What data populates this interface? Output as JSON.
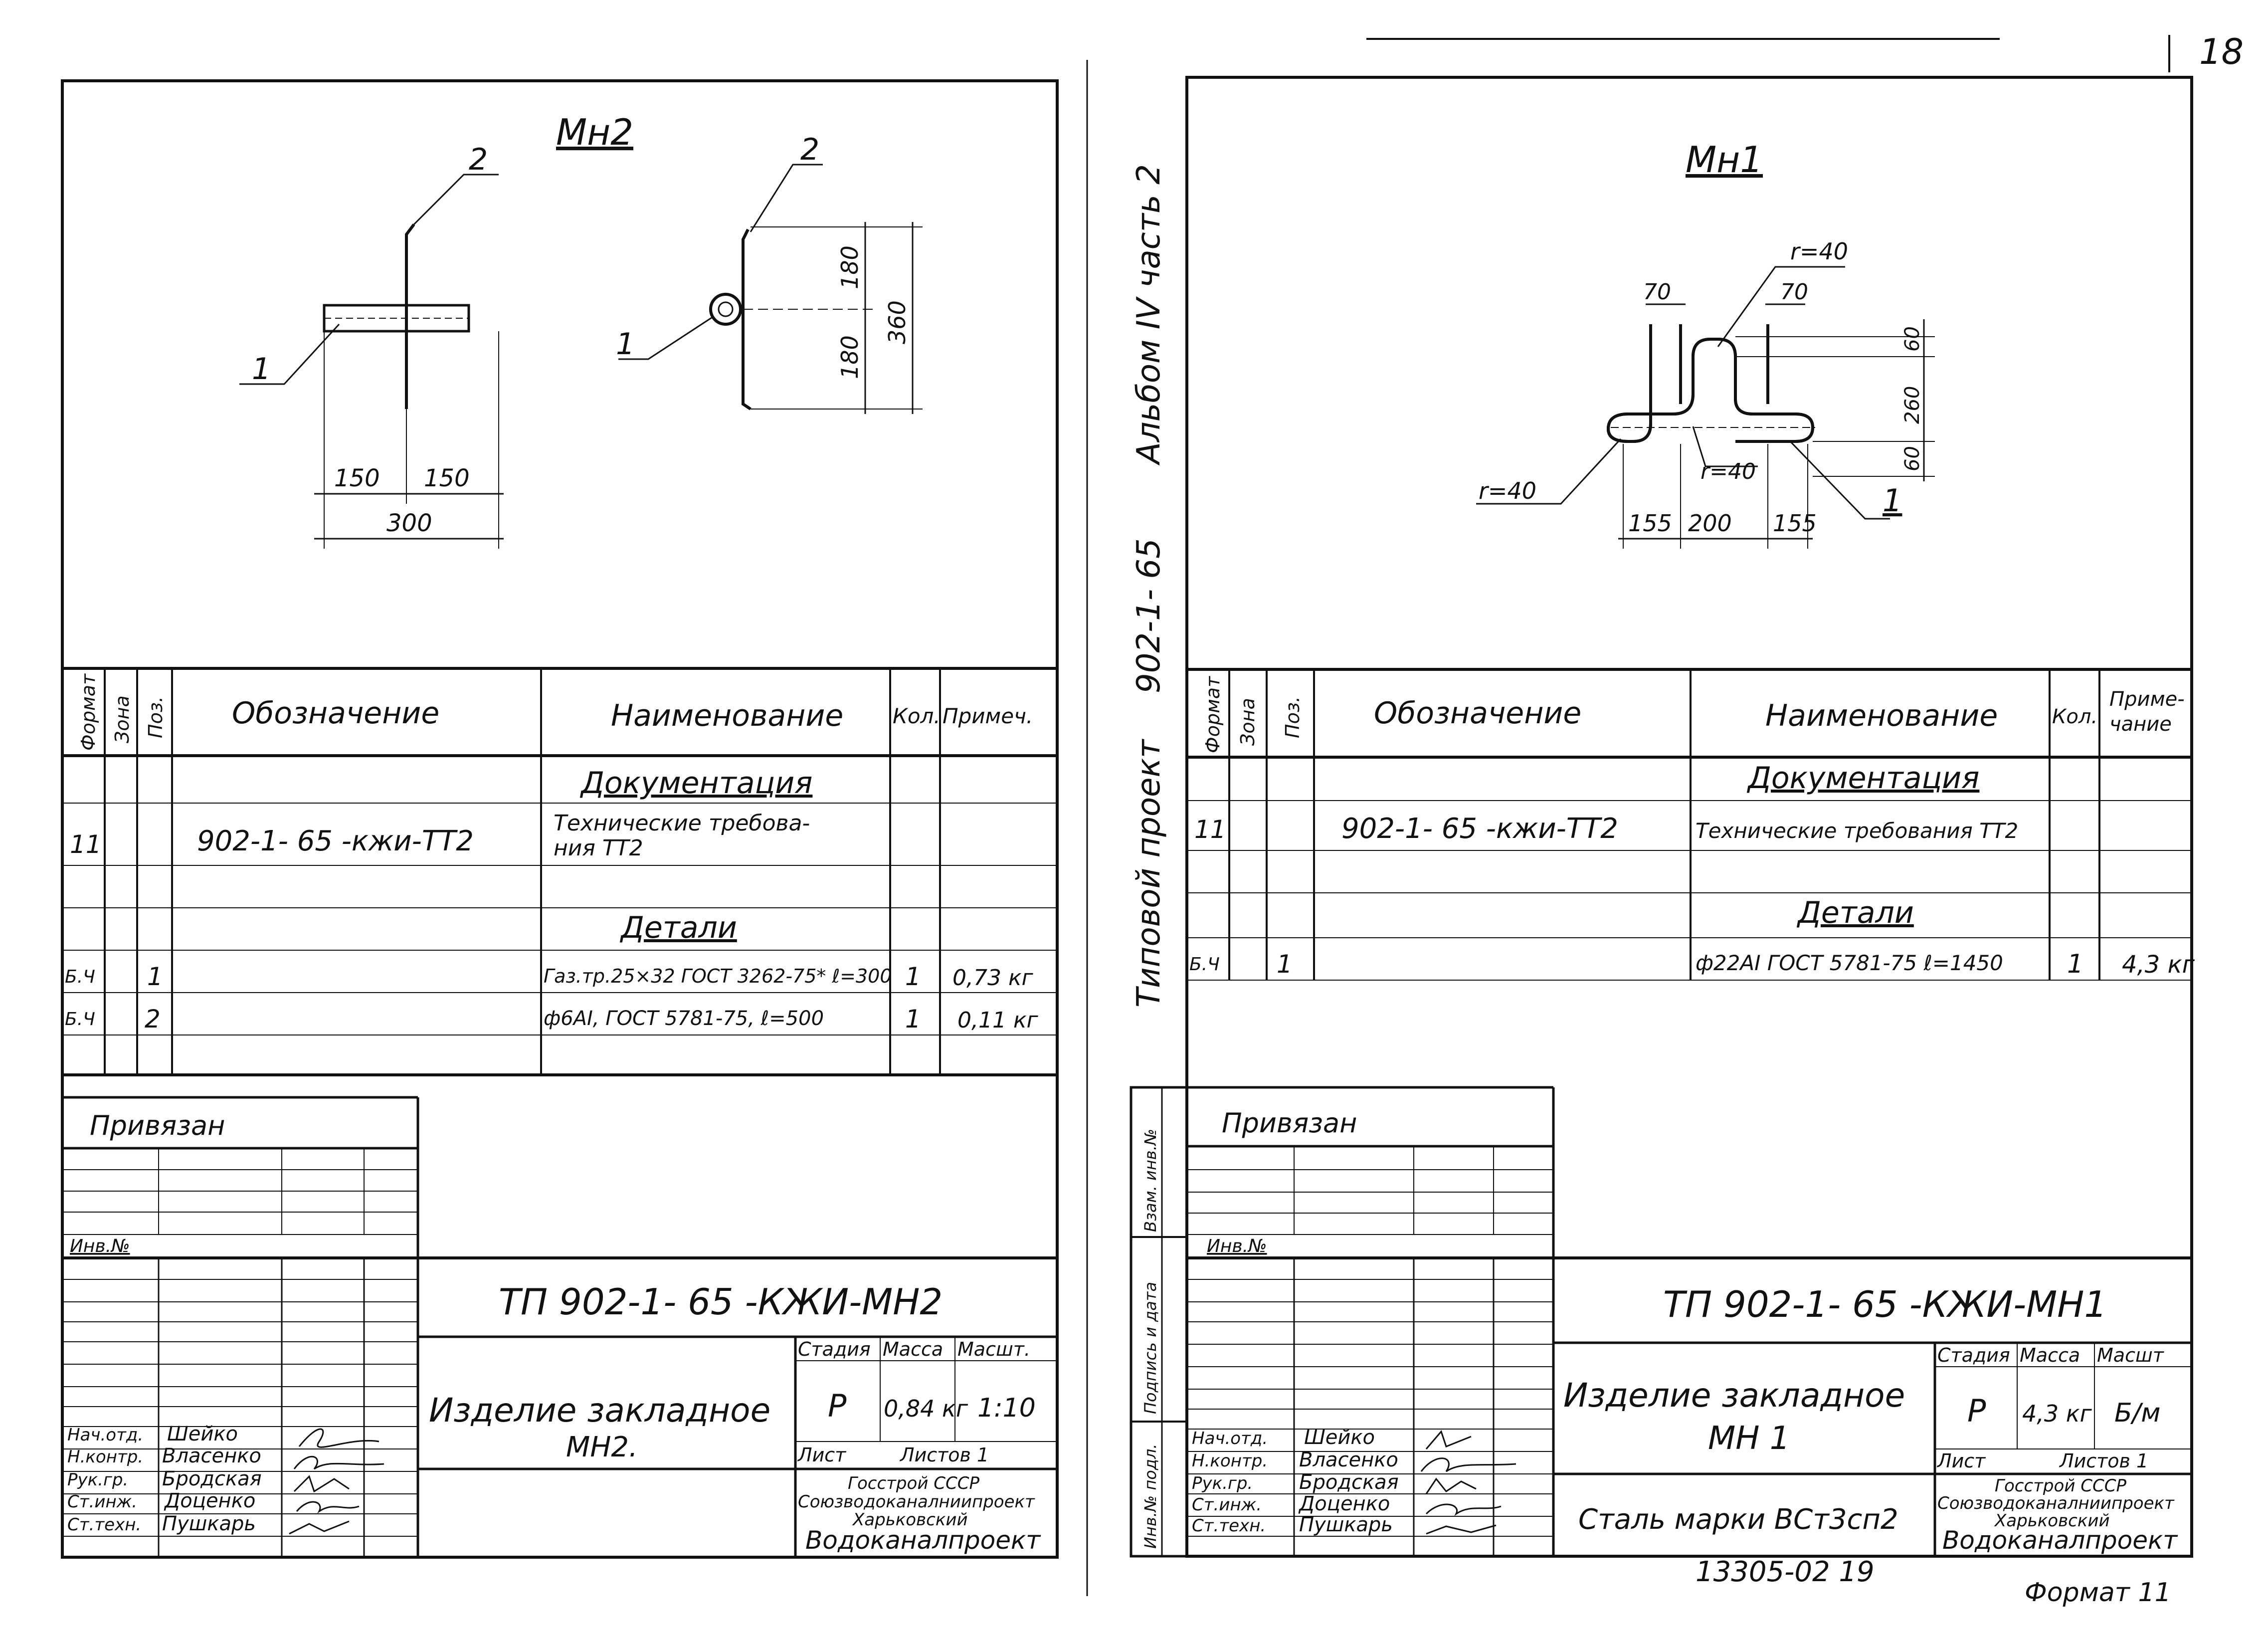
{
  "page_number": "18",
  "format_note": "Формат 11",
  "inventory_number": "13305-02 19",
  "side_title": {
    "album": "Альбом IV часть 2",
    "code": "902-1- 65",
    "project": "Типовой проект"
  },
  "side_stamp": [
    "Взам. инв.№",
    "Подпись и дата",
    "Инв.№ подл."
  ],
  "sheets": [
    {
      "id": "mn2",
      "drawing": {
        "title": "Мн2",
        "callouts": [
          "1",
          "2",
          "1",
          "2"
        ],
        "dims": [
          "150",
          "150",
          "300",
          "180",
          "180",
          "360"
        ]
      },
      "spec": {
        "headers": [
          "Формат",
          "Зона",
          "Поз.",
          "Обозначение",
          "Наименование",
          "Кол.",
          "Примеч."
        ],
        "section_docs": "Документация",
        "section_parts": "Детали",
        "doc_row": {
          "format": "11",
          "designation": "902-1- 65 -кжи-ТТ2",
          "name": "Технические требова-",
          "name2": "ния ТТ2"
        },
        "part_rows": [
          {
            "format": "Б.Ч",
            "pos": "1",
            "name": "Газ.тр.25×32 ГОСТ 3262-75* ℓ=300",
            "qty": "1",
            "note": "0,73 кг"
          },
          {
            "format": "Б.Ч",
            "pos": "2",
            "name": "ф6АI, ГОСТ 5781-75, ℓ=500",
            "qty": "1",
            "note": "0,11 кг"
          }
        ]
      },
      "stamp": {
        "attached": "Привязан",
        "inv": "Инв.№",
        "code": "ТП 902-1- 65 -КЖИ-МН2",
        "name": "Изделие закладное",
        "name2": "МН2.",
        "material": "",
        "labels": {
          "stage": "Стадия",
          "mass": "Масса",
          "scale": "Масшт.",
          "sheet": "Лист",
          "sheets": "Листов 1"
        },
        "values": {
          "stage": "Р",
          "mass": "0,84 кг",
          "scale": "1:10"
        },
        "org": [
          "Госстрой СССР",
          "Союзводоканалниипроект",
          "Харьковский",
          "Водоканалпроект"
        ],
        "people": [
          {
            "role": "Нач.отд.",
            "name": "Шейко"
          },
          {
            "role": "Н.контр.",
            "name": "Власенко"
          },
          {
            "role": "Рук.гр.",
            "name": "Бродская"
          },
          {
            "role": "Ст.инж.",
            "name": "Доценко"
          },
          {
            "role": "Ст.техн.",
            "name": "Пушкарь"
          }
        ]
      }
    },
    {
      "id": "mn1",
      "drawing": {
        "title": "Мн1",
        "callouts": [
          "1"
        ],
        "dims": [
          "70",
          "70",
          "r=40",
          "r=40",
          "r=40",
          "60",
          "260",
          "60",
          "155",
          "200",
          "155"
        ]
      },
      "spec": {
        "headers": [
          "Формат",
          "Зона",
          "Поз.",
          "Обозначение",
          "Наименование",
          "Кол.",
          "Приме-",
          "чание"
        ],
        "section_docs": "Документация",
        "section_parts": "Детали",
        "doc_row": {
          "format": "11",
          "designation": "902-1- 65 -кжи-ТТ2",
          "name": "Технические требования ТТ2"
        },
        "part_rows": [
          {
            "format": "Б.Ч",
            "pos": "1",
            "name": "ф22АI ГОСТ 5781-75 ℓ=1450",
            "qty": "1",
            "note": "4,3 кг"
          }
        ]
      },
      "stamp": {
        "attached": "Привязан",
        "inv": "Инв.№",
        "code": "ТП 902-1- 65 -КЖИ-МН1",
        "name": "Изделие закладное",
        "name2": "МН 1",
        "material": "Сталь марки ВСт3сп2",
        "labels": {
          "stage": "Стадия",
          "mass": "Масса",
          "scale": "Масшт",
          "sheet": "Лист",
          "sheets": "Листов 1"
        },
        "values": {
          "stage": "Р",
          "mass": "4,3 кг",
          "scale": "Б/м"
        },
        "org": [
          "Госстрой СССР",
          "Союзводоканалниипроект",
          "Харьковский",
          "Водоканалпроект"
        ],
        "people": [
          {
            "role": "Нач.отд.",
            "name": "Шейко"
          },
          {
            "role": "Н.контр.",
            "name": "Власенко"
          },
          {
            "role": "Рук.гр.",
            "name": "Бродская"
          },
          {
            "role": "Ст.инж.",
            "name": "Доценко"
          },
          {
            "role": "Ст.техн.",
            "name": "Пушкарь"
          }
        ]
      }
    }
  ]
}
